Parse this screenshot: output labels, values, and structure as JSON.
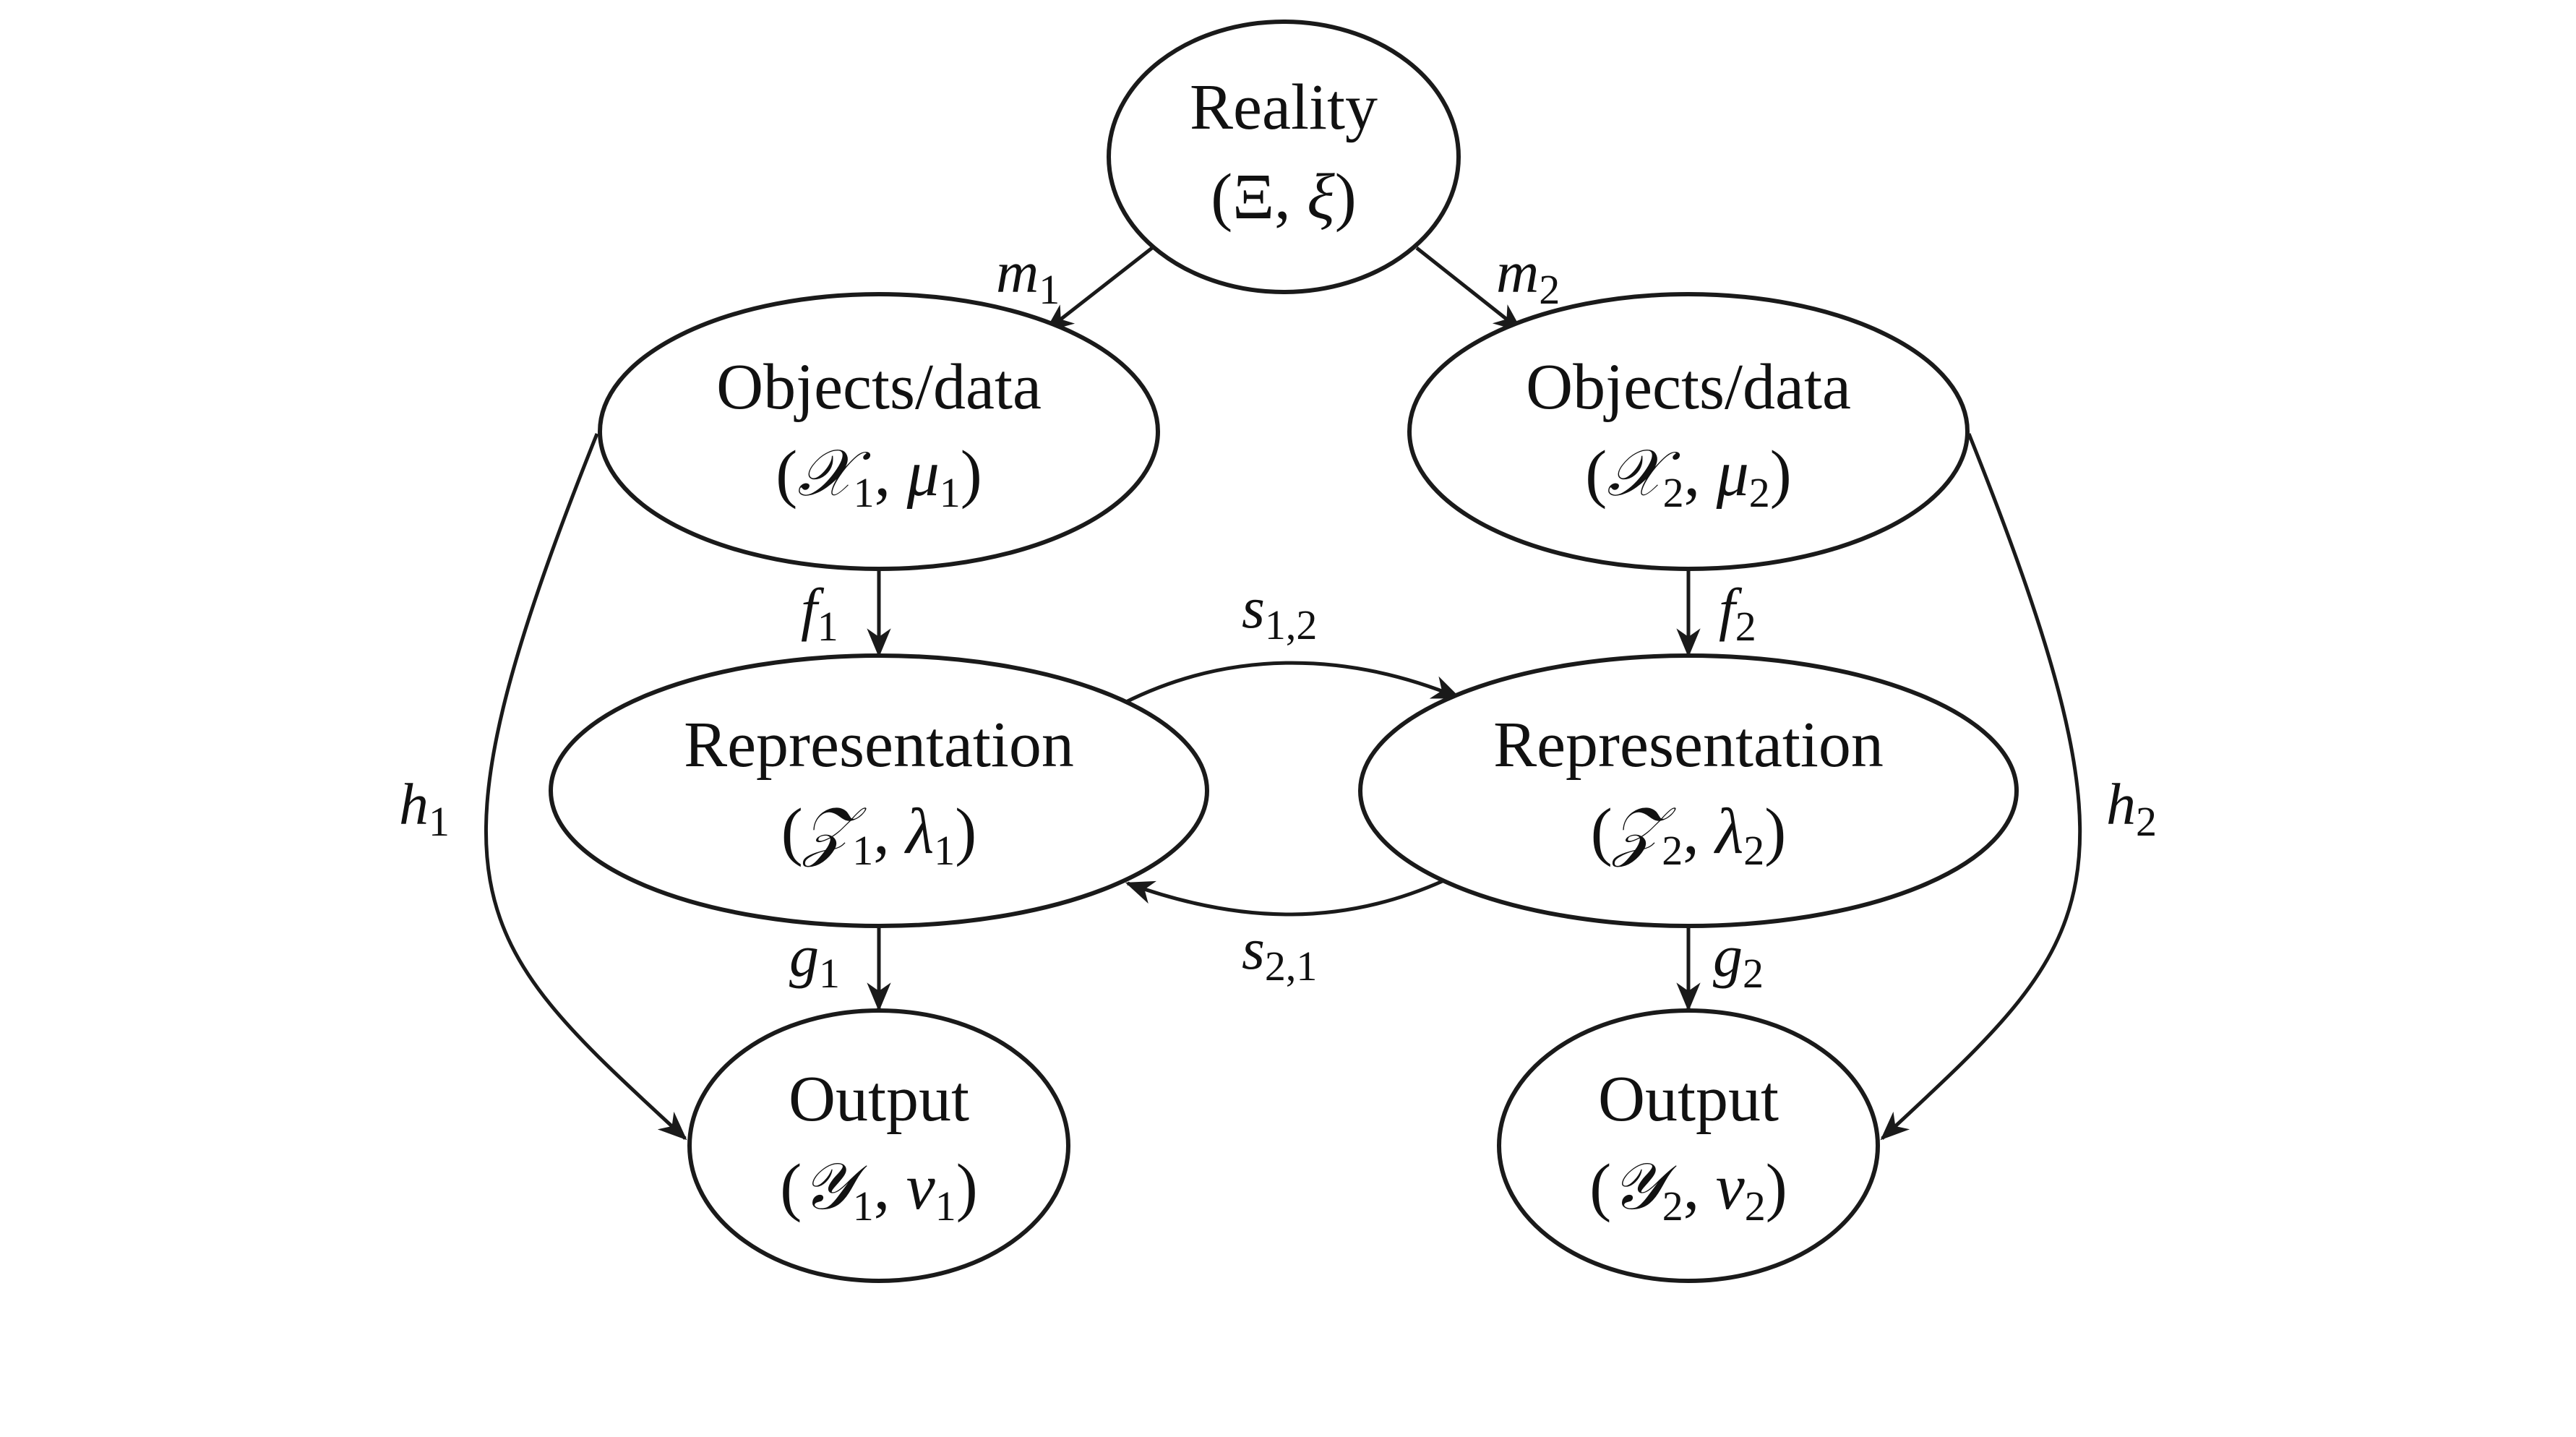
{
  "nodes": {
    "reality": {
      "title": "Reality",
      "sub": [
        {
          "t": "("
        },
        {
          "t": "Ξ"
        },
        {
          "t": ", "
        },
        {
          "t": "ξ",
          "c": "it"
        },
        {
          "t": ")"
        }
      ]
    },
    "objects_1": {
      "title": "Objects/data",
      "sub": [
        {
          "t": "("
        },
        {
          "t": "𝒳",
          "c": "script"
        },
        {
          "t": "1",
          "c": "sub"
        },
        {
          "t": ", "
        },
        {
          "t": "μ",
          "c": "it"
        },
        {
          "t": "1",
          "c": "sub"
        },
        {
          "t": ")"
        }
      ]
    },
    "objects_2": {
      "title": "Objects/data",
      "sub": [
        {
          "t": "("
        },
        {
          "t": "𝒳",
          "c": "script"
        },
        {
          "t": "2",
          "c": "sub"
        },
        {
          "t": ", "
        },
        {
          "t": "μ",
          "c": "it"
        },
        {
          "t": "2",
          "c": "sub"
        },
        {
          "t": ")"
        }
      ]
    },
    "representation_1": {
      "title": "Representation",
      "sub": [
        {
          "t": "("
        },
        {
          "t": "𝒵",
          "c": "script"
        },
        {
          "t": "1",
          "c": "sub"
        },
        {
          "t": ", "
        },
        {
          "t": "λ",
          "c": "it"
        },
        {
          "t": "1",
          "c": "sub"
        },
        {
          "t": ")"
        }
      ]
    },
    "representation_2": {
      "title": "Representation",
      "sub": [
        {
          "t": "("
        },
        {
          "t": "𝒵",
          "c": "script"
        },
        {
          "t": "2",
          "c": "sub"
        },
        {
          "t": ", "
        },
        {
          "t": "λ",
          "c": "it"
        },
        {
          "t": "2",
          "c": "sub"
        },
        {
          "t": ")"
        }
      ]
    },
    "output_1": {
      "title": "Output",
      "sub": [
        {
          "t": "("
        },
        {
          "t": "𝒴",
          "c": "script"
        },
        {
          "t": "1",
          "c": "sub"
        },
        {
          "t": ", "
        },
        {
          "t": "ν",
          "c": "it"
        },
        {
          "t": "1",
          "c": "sub"
        },
        {
          "t": ")"
        }
      ]
    },
    "output_2": {
      "title": "Output",
      "sub": [
        {
          "t": "("
        },
        {
          "t": "𝒴",
          "c": "script"
        },
        {
          "t": "2",
          "c": "sub"
        },
        {
          "t": ", "
        },
        {
          "t": "ν",
          "c": "it"
        },
        {
          "t": "2",
          "c": "sub"
        },
        {
          "t": ")"
        }
      ]
    }
  },
  "edges": {
    "m1": {
      "base": "m",
      "sub": "1"
    },
    "m2": {
      "base": "m",
      "sub": "2"
    },
    "f1": {
      "base": "f",
      "sub": "1"
    },
    "f2": {
      "base": "f",
      "sub": "2"
    },
    "g1": {
      "base": "g",
      "sub": "1"
    },
    "g2": {
      "base": "g",
      "sub": "2"
    },
    "h1": {
      "base": "h",
      "sub": "1"
    },
    "h2": {
      "base": "h",
      "sub": "2"
    },
    "s12": {
      "base": "s",
      "sub": "1,2"
    },
    "s21": {
      "base": "s",
      "sub": "2,1"
    }
  }
}
